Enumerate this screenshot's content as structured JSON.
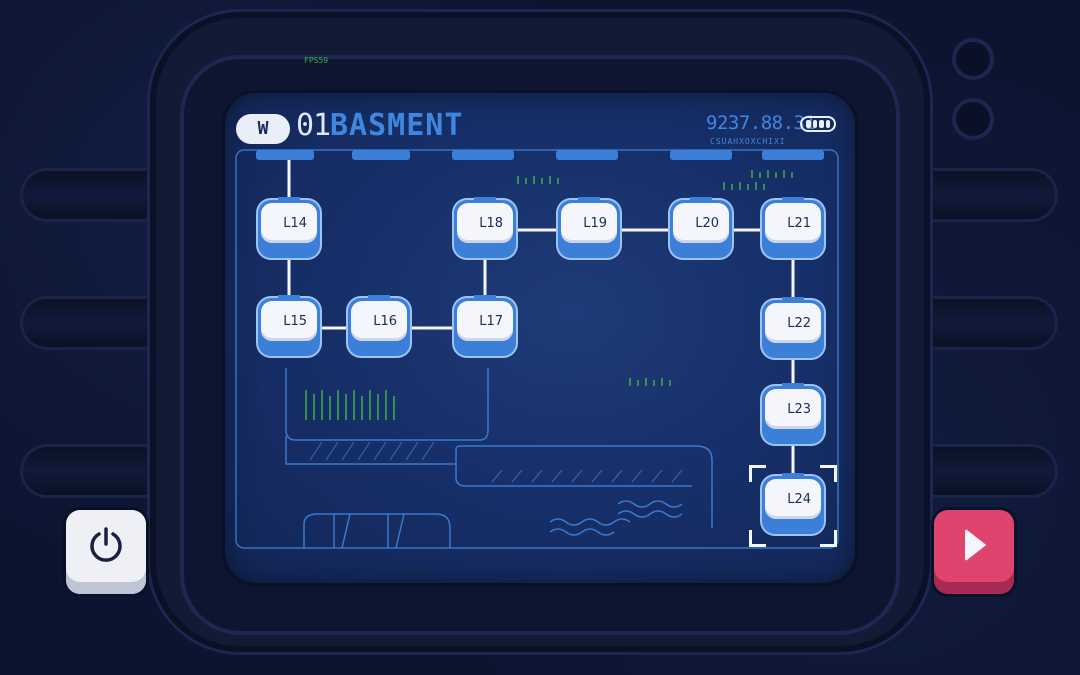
{
  "hud": {
    "fps": "FPS59",
    "logo_mark": "W",
    "level_number": "01",
    "level_name": "BASMENT",
    "coordinates": "9237.88.31",
    "code_strip": "CSUAHXOXCHIXI"
  },
  "levels": [
    {
      "id": "L14",
      "label": "L14"
    },
    {
      "id": "L15",
      "label": "L15"
    },
    {
      "id": "L16",
      "label": "L16"
    },
    {
      "id": "L17",
      "label": "L17"
    },
    {
      "id": "L18",
      "label": "L18"
    },
    {
      "id": "L19",
      "label": "L19"
    },
    {
      "id": "L20",
      "label": "L20"
    },
    {
      "id": "L21",
      "label": "L21"
    },
    {
      "id": "L22",
      "label": "L22"
    },
    {
      "id": "L23",
      "label": "L23"
    },
    {
      "id": "L24",
      "label": "L24"
    }
  ],
  "selected_level": "L24",
  "controls": {
    "power_icon": "power-icon",
    "play_icon": "play-icon"
  },
  "colors": {
    "accent": "#3f86e0",
    "node_face": "#f4f6fb",
    "play_button": "#e0446e",
    "grass": "#3cb04a"
  }
}
